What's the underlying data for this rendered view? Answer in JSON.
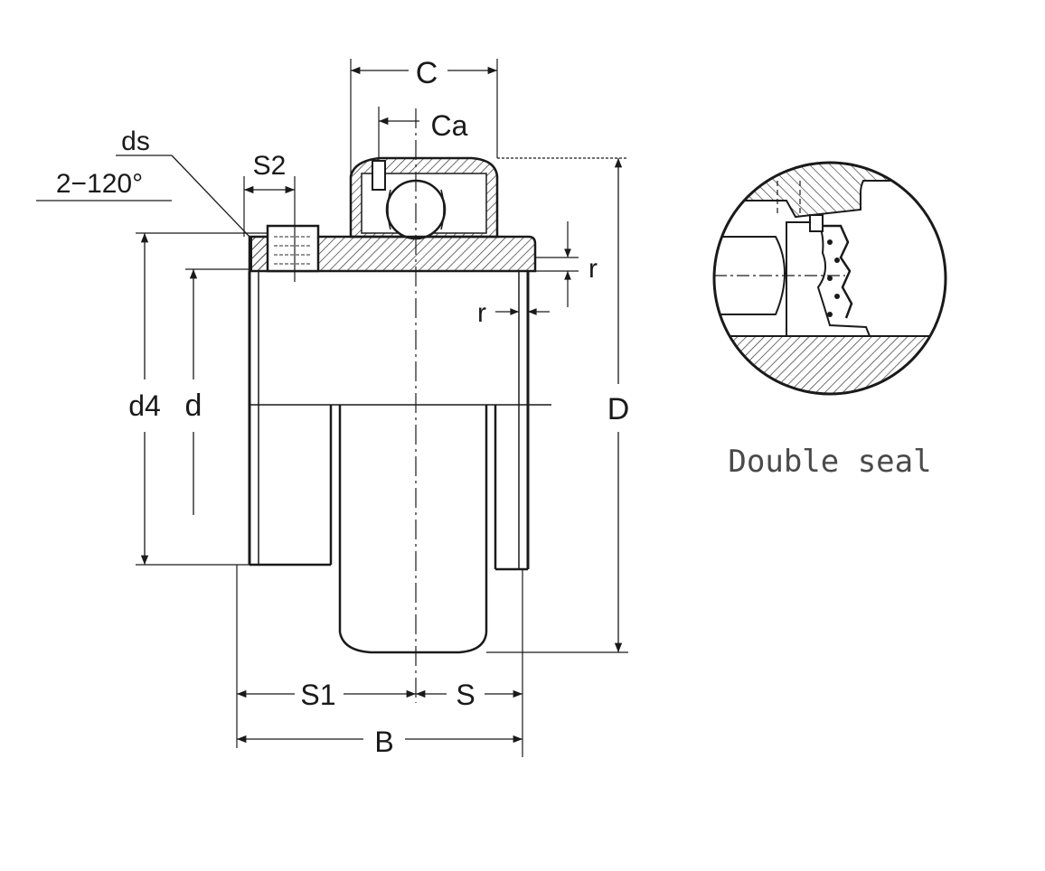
{
  "labels": {
    "C": "C",
    "Ca": "Ca",
    "ds": "ds",
    "angle": "2−120°",
    "S2": "S2",
    "r_top": "r",
    "r_side": "r",
    "d4": "d4",
    "d": "d",
    "D": "D",
    "S1": "S1",
    "S": "S",
    "B": "B"
  },
  "detail": {
    "caption": "Double seal"
  }
}
